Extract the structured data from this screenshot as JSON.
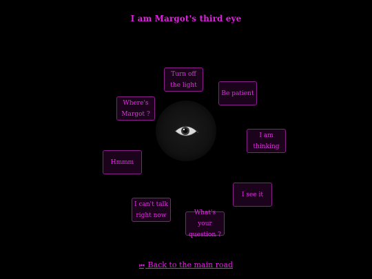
{
  "page": {
    "title": "I am Margot's third eye"
  },
  "eye": {
    "icon": "eye-icon",
    "colors": {
      "glow": "#1b1b1b",
      "iris": "#d9d9d9",
      "pupil": "#0a0a0a"
    }
  },
  "bubbles": [
    {
      "id": "turn-off-light",
      "label": "Turn off the light"
    },
    {
      "id": "be-patient",
      "label": "Be patient"
    },
    {
      "id": "wheres-margot",
      "label": "Where's Margot ?"
    },
    {
      "id": "i-am-thinking",
      "label": "I am thinking"
    },
    {
      "id": "hmmm",
      "label": "Hmmm"
    },
    {
      "id": "i-see-it",
      "label": "I see it"
    },
    {
      "id": "i-cant-talk",
      "label": "I can't talk right now"
    },
    {
      "id": "whats-your-question",
      "label": "What's your question ?"
    }
  ],
  "footer": {
    "back_arrow": "⏮",
    "back_label": "Back to the main road"
  },
  "colors": {
    "background": "#000000",
    "accent": "#e020e0",
    "bubble_border": "#8a1d8a",
    "bubble_bg": "#1c031c"
  }
}
